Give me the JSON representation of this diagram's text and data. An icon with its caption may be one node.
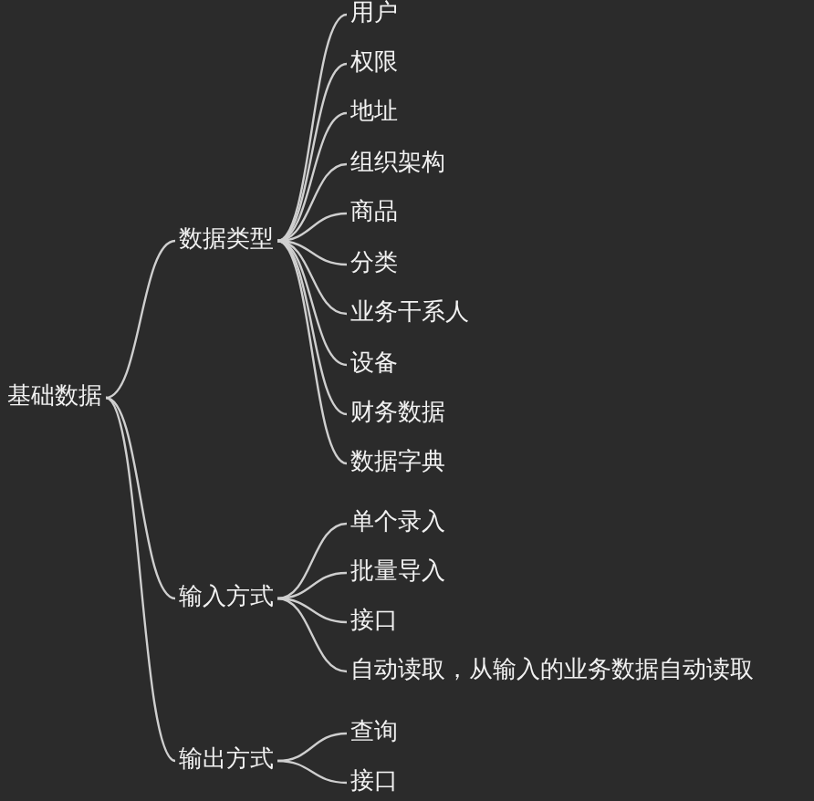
{
  "diagram": {
    "nodes": [
      {
        "text": [
          "基础数据"
        ]
      },
      {
        "text": [
          "数据类型"
        ]
      },
      {
        "text": [
          "用户"
        ]
      },
      {
        "text": [
          "权限"
        ]
      },
      {
        "text": [
          "地址"
        ]
      },
      {
        "text": [
          "组织架构"
        ]
      },
      {
        "text": [
          "商品"
        ]
      },
      {
        "text": [
          "分类"
        ]
      },
      {
        "text": [
          "业务干系人"
        ]
      },
      {
        "text": [
          "设备"
        ]
      },
      {
        "text": [
          "财务数据"
        ]
      },
      {
        "text": [
          "数据字典"
        ]
      },
      {
        "text": [
          "输入方式"
        ]
      },
      {
        "text": [
          "单个录入"
        ]
      },
      {
        "text": [
          "批量导入"
        ]
      },
      {
        "text": [
          "接口"
        ]
      },
      {
        "text": [
          "自动读取，从输入的业务数据自动读取"
        ]
      },
      {
        "text": [
          "输出方式"
        ]
      },
      {
        "text": [
          "查询"
        ]
      },
      {
        "text": [
          "接口"
        ]
      }
    ],
    "edges": [
      {
        "from": 0,
        "to": 1,
        "arrow": "none"
      },
      {
        "from": 1,
        "to": 2,
        "arrow": "none"
      },
      {
        "from": 1,
        "to": 3,
        "arrow": "none"
      },
      {
        "from": 1,
        "to": 4,
        "arrow": "none"
      },
      {
        "from": 1,
        "to": 5,
        "arrow": "none"
      },
      {
        "from": 1,
        "to": 6,
        "arrow": "none"
      },
      {
        "from": 1,
        "to": 7,
        "arrow": "none"
      },
      {
        "from": 1,
        "to": 8,
        "arrow": "none"
      },
      {
        "from": 1,
        "to": 9,
        "arrow": "none"
      },
      {
        "from": 1,
        "to": 10,
        "arrow": "none"
      },
      {
        "from": 1,
        "to": 11,
        "arrow": "none"
      },
      {
        "from": 0,
        "to": 12,
        "arrow": "none"
      },
      {
        "from": 12,
        "to": 13,
        "arrow": "none"
      },
      {
        "from": 12,
        "to": 14,
        "arrow": "none"
      },
      {
        "from": 12,
        "to": 15,
        "arrow": "none"
      },
      {
        "from": 12,
        "to": 16,
        "arrow": "none"
      },
      {
        "from": 0,
        "to": 17,
        "arrow": "none"
      },
      {
        "from": 17,
        "to": 18,
        "arrow": "none"
      },
      {
        "from": 17,
        "to": 19,
        "arrow": "none"
      }
    ]
  }
}
